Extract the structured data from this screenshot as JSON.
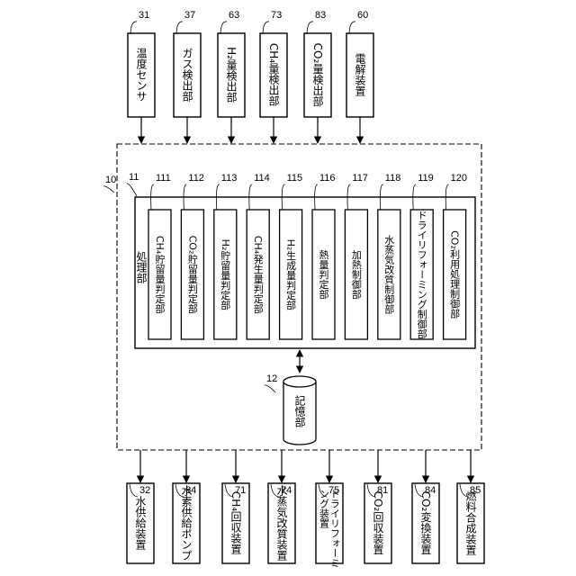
{
  "top_devices": [
    {
      "ref": "31",
      "label": "温度センサ"
    },
    {
      "ref": "37",
      "label": "ガス検出部"
    },
    {
      "ref": "63",
      "label": "H₂量検出部"
    },
    {
      "ref": "73",
      "label": "CH₄量検出部"
    },
    {
      "ref": "83",
      "label": "CO₂量検出部"
    },
    {
      "ref": "60",
      "label": "電解装置"
    }
  ],
  "controller": {
    "ref": "10",
    "processor": {
      "ref": "11",
      "label": "処理部",
      "units": [
        {
          "ref": "111",
          "label": "CH₄貯留量判定部"
        },
        {
          "ref": "112",
          "label": "CO₂貯留量判定部"
        },
        {
          "ref": "113",
          "label": "H₂貯留量判定部"
        },
        {
          "ref": "114",
          "label": "CH₄発生量判定部"
        },
        {
          "ref": "115",
          "label": "H₂生成量判定部"
        },
        {
          "ref": "116",
          "label": "熱量判定部"
        },
        {
          "ref": "117",
          "label": "加熱制御部"
        },
        {
          "ref": "118",
          "label": "水蒸気改質制御部"
        },
        {
          "ref": "119",
          "label": "ドライリフォーミング制御部"
        },
        {
          "ref": "120",
          "label": "CO₂利用処理制御部"
        }
      ]
    },
    "storage": {
      "ref": "12",
      "label": "記憶部"
    }
  },
  "bottom_devices": [
    {
      "ref": "32",
      "label": "水供給装置"
    },
    {
      "ref": "64",
      "label": "水素供給ポンプ"
    },
    {
      "ref": "71",
      "label": "CH₄回収装置"
    },
    {
      "ref": "74",
      "label": "水蒸気改質装置"
    },
    {
      "ref": "75",
      "label": "ドライリフォーミング装置",
      "lines": [
        "ドライリフォーミ",
        "ング装置"
      ]
    },
    {
      "ref": "81",
      "label": "CO₂回収装置"
    },
    {
      "ref": "84",
      "label": "CO₂変換装置"
    },
    {
      "ref": "85",
      "label": "燃料合成装置"
    }
  ]
}
